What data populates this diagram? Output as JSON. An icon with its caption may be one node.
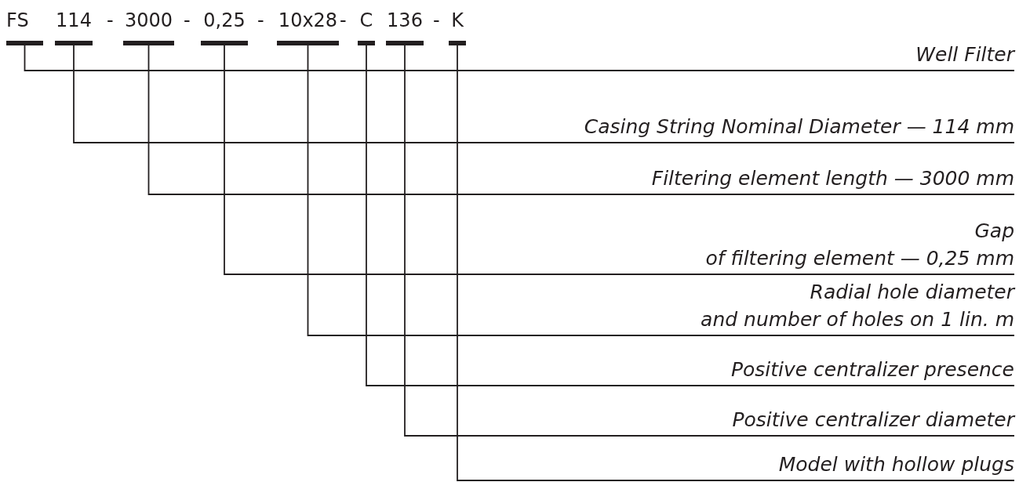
{
  "diagram": {
    "nodes": [
      {
        "text": [
          "FS"
        ]
      },
      {
        "text": [
          "114"
        ]
      },
      {
        "text": [
          "3000"
        ]
      },
      {
        "text": [
          "0,25"
        ]
      },
      {
        "text": [
          "10x28"
        ]
      },
      {
        "text": [
          "C"
        ]
      },
      {
        "text": [
          "136"
        ]
      },
      {
        "text": [
          "K"
        ]
      },
      {
        "text": [
          "Well Filter"
        ]
      },
      {
        "text": [
          "Casing String Nominal Diameter — 114 mm"
        ]
      },
      {
        "text": [
          "Filtering element length — 3000 mm"
        ]
      },
      {
        "text": [
          "Gap",
          "of filtering element — 0,25 mm"
        ]
      },
      {
        "text": [
          "Radial hole diameter",
          "and number of holes on 1 lin. m"
        ]
      },
      {
        "text": [
          "Positive centralizer presence"
        ]
      },
      {
        "text": [
          "Positive centralizer diameter"
        ]
      },
      {
        "text": [
          "Model with hollow plugs"
        ]
      }
    ],
    "edges": [
      {
        "from": 0,
        "to": 8,
        "arrow": "none"
      },
      {
        "from": 1,
        "to": 9,
        "arrow": "none"
      },
      {
        "from": 2,
        "to": 10,
        "arrow": "none"
      },
      {
        "from": 3,
        "to": 11,
        "arrow": "none"
      },
      {
        "from": 4,
        "to": 12,
        "arrow": "none"
      },
      {
        "from": 5,
        "to": 13,
        "arrow": "none"
      },
      {
        "from": 6,
        "to": 14,
        "arrow": "none"
      },
      {
        "from": 7,
        "to": 15,
        "arrow": "none"
      }
    ],
    "labels": [
      "-",
      "-",
      "-",
      "-",
      "-"
    ]
  }
}
